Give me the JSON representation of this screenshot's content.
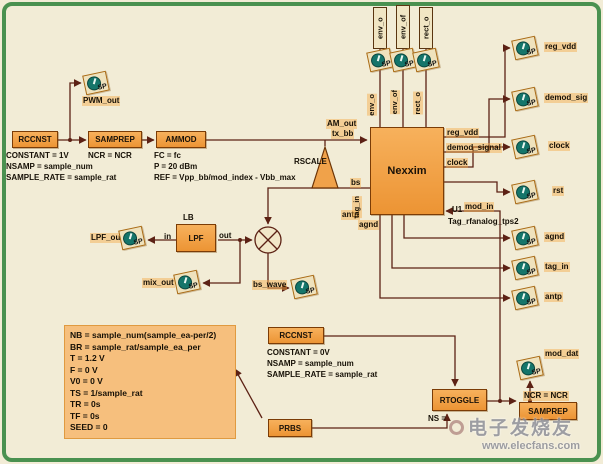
{
  "probe_glyph": "SP",
  "blocks": {
    "rccnst1": {
      "label": "RCCNST",
      "params": [
        "CONSTANT = 1V",
        "NSAMP = sample_num",
        "SAMPLE_RATE = sample_rat"
      ]
    },
    "samprep1": {
      "label": "SAMPREP",
      "params": [
        "NCR = NCR"
      ]
    },
    "ammod": {
      "label": "AMMOD",
      "params": [
        "FC = fc",
        "P = 20 dBm",
        "REF = Vpp_bb/mod_index - Vbb_max"
      ]
    },
    "rscale": {
      "label": "RSCALE"
    },
    "lpf": {
      "label": "LPF",
      "group": "LB",
      "pin_in": "in",
      "pin_out": "out"
    },
    "nexxim": {
      "label": "Nexxim",
      "refdes": "U1",
      "part": "Tag_rfanalog_tps2"
    },
    "rccnst2": {
      "label": "RCCNST",
      "params": [
        "CONSTANT = 0V",
        "NSAMP = sample_num",
        "SAMPLE_RATE = sample_rat"
      ]
    },
    "rtoggle": {
      "label": "RTOGGLE",
      "params": [
        "NS ="
      ]
    },
    "prbs": {
      "label": "PRBS"
    },
    "samprep2": {
      "label": "SAMPREP",
      "params": [
        "NCR = NCR"
      ]
    },
    "parambox": {
      "lines": [
        "NB = sample_num(sample_ea-per/2)",
        "BR = sample_rat/sample_ea_per",
        "T = 1.2 V",
        "F = 0 V",
        "V0 = 0 V",
        "TS = 1/sample_rat",
        "TR = 0s",
        "TF = 0s",
        "SEED = 0"
      ]
    }
  },
  "nets": {
    "pwm_out": "PWM_out",
    "am_out": "AM_out",
    "tx_bb": "tx_bb",
    "bs": "bs",
    "lpf_out": "LPF_out",
    "mix_out": "mix_out",
    "bs_wave": "bs_wave",
    "env_o": "env_o",
    "env_of": "env_of",
    "rect_o": "rect_o",
    "reg_vdd": "reg_vdd",
    "demod_signal": "demod_signal",
    "demod_sig": "demod_sig",
    "clock": "clock",
    "rst": "rst",
    "agnd": "agnd",
    "tag_in": "tag_in",
    "antp": "antp",
    "mod_in": "mod_in",
    "mod_dat": "mod_dat"
  },
  "watermark": {
    "brand": "电子发烧友",
    "url": "www.elecfans.com"
  }
}
